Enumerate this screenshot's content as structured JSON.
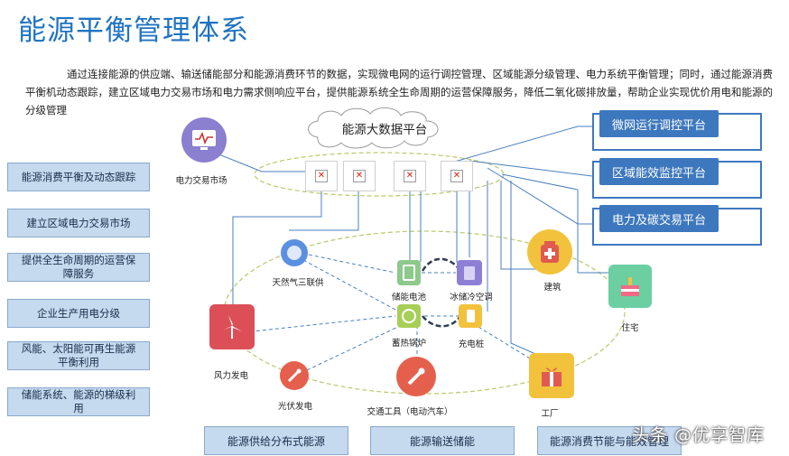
{
  "title": "能源平衡管理体系",
  "intro": "通过连接能源的供应端、输送储能部分和能源消费环节的数据，实现微电网的运行调控管理、区域能源分级管理、电力系统平衡管理；同时，通过能源消费平衡机动态跟踪，建立区域电力交易市场和电力需求侧响应平台，提供能源系统全生命周期的运营保障服务，降低二氧化碳排放量，帮助企业实现优价用电和能源的分级管理",
  "left_items": [
    "能源消费平衡及动态跟踪",
    "建立区域电力交易市场",
    "提供全生命周期的运营保障服务",
    "企业生产用电分级",
    "风能、太阳能可再生能源平衡利用",
    "储能系统、能源的梯级利用"
  ],
  "right_platforms": [
    "微网运行调控平台",
    "区域能效监控平台",
    "电力及碳交易平台"
  ],
  "bottom_items": [
    "能源供给分布式能源",
    "能源输送储能",
    "能源消费节能与能效管理"
  ],
  "cloud": "能源大数据平台",
  "nodes": {
    "market": "电力交易市场",
    "cchp": "天然气三联供",
    "battery": "储能电池",
    "icestorage": "冰储冷空调",
    "building": "建筑",
    "residence": "住宅",
    "boiler": "蓄热锅炉",
    "charger": "充电桩",
    "wind": "风力发电",
    "pv": "光伏发电",
    "ev": "交通工具（电动汽车）",
    "factory": "工厂"
  },
  "watermark": "头条 @优享智库",
  "colors": {
    "title": "#1f73c1",
    "platform": "#3d78be",
    "box": "#c5d9ef",
    "ellipse": "#b7c96a"
  }
}
